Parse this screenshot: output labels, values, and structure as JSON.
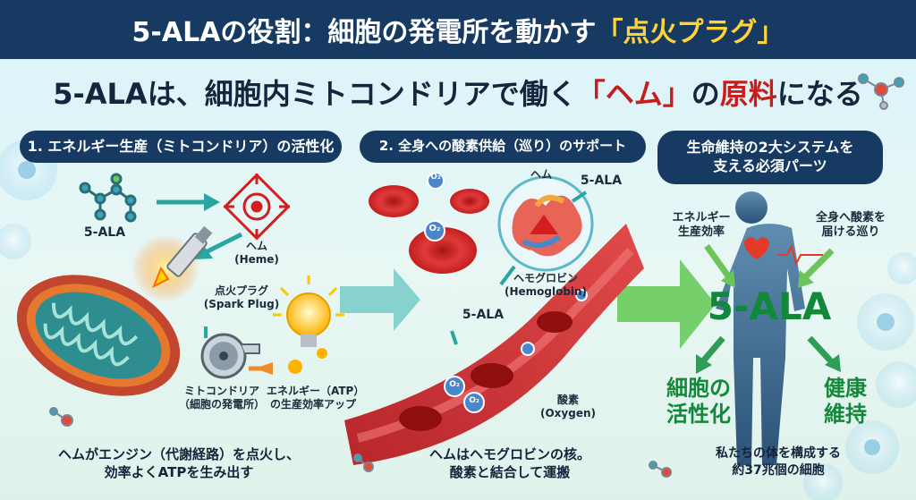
{
  "header": {
    "title_main": "5-ALAの役割：細胞の発電所を動かす",
    "title_accent": "「点火プラグ」"
  },
  "headline": {
    "part1": "5-ALAは、細胞内ミトコンドリアで働く",
    "part2": "「ヘム」",
    "part3": "の",
    "part4": "原料",
    "part5": "になる"
  },
  "section1": {
    "title": "1. エネルギー生産（ミトコンドリア）の活性化",
    "ala_label": "5-ALA",
    "heme_label": "ヘム",
    "heme_en": "(Heme)",
    "spark_label": "点火プラグ",
    "spark_en": "(Spark Plug)",
    "mito_label": "ミトコンドリア",
    "mito_sub": "（細胞の発電所）",
    "atp_label": "エネルギー（ATP）",
    "atp_sub": "の生産効率アップ",
    "caption_line1": "ヘムがエンジン（代謝経路）を点火し、",
    "caption_line2": "効率よくATPを生み出す"
  },
  "section2": {
    "title": "2. 全身への酸素供給（巡り）のサポート",
    "heme_label": "ヘム",
    "ala_label_top": "5-ALA",
    "hemo_label": "ヘモグロビン",
    "hemo_en": "(Hemoglobin)",
    "ala_label_mid": "5-ALA",
    "oxygen_label": "酸素",
    "oxygen_en": "(Oxygen)",
    "o2": "O₂",
    "caption_line1": "ヘムはヘモグロビンの核。",
    "caption_line2": "酸素と結合して運搬"
  },
  "section3": {
    "title_line1": "生命維持の2大システムを",
    "title_line2": "支える必須パーツ",
    "energy_line1": "エネルギー",
    "energy_line2": "生産効率",
    "oxygen_line1": "全身へ酸素を",
    "oxygen_line2": "届ける巡り",
    "ala_big": "5-ALA",
    "left_line1": "細胞の",
    "left_line2": "活性化",
    "right_line1": "健康",
    "right_line2": "維持",
    "caption_line1": "私たちの体を構成する",
    "caption_line2": "約37兆個の細胞"
  },
  "colors": {
    "navy": "#173a63",
    "accent_yellow": "#ffd33a",
    "accent_red": "#c61d1d",
    "green": "#12883a",
    "teal_arrow": "#2aa6a0"
  }
}
